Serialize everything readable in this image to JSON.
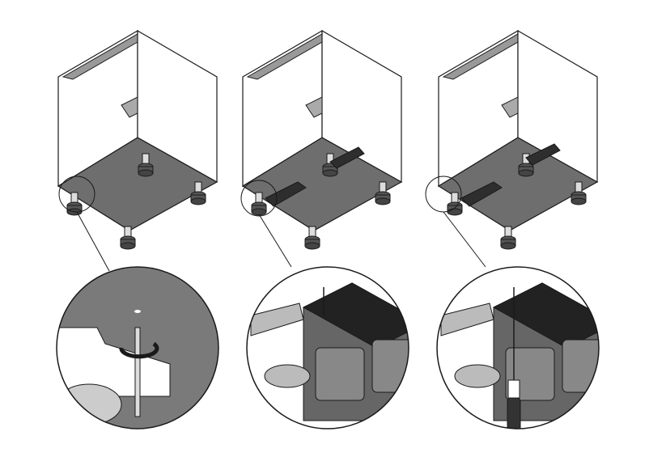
{
  "diagram": {
    "steps": [
      {
        "id": 1,
        "action": "adjust-leg-screw",
        "detail_icon": "rotation-arrow-icon"
      },
      {
        "id": 2,
        "action": "attach-plinth-clip",
        "detail_icon": "screw-icon"
      },
      {
        "id": 3,
        "action": "screw-plinth-clip",
        "detail_icon": "screwdriver-icon"
      }
    ],
    "colors": {
      "panel": "#ffffff",
      "bottom": "#6e6e6e",
      "detail_bg": "#7a7a7a",
      "outline": "#1a1a1a",
      "clip": "#2e2e2e"
    }
  }
}
